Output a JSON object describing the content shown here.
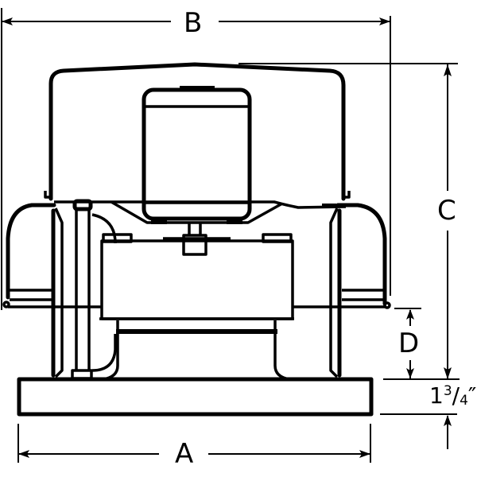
{
  "diagram": {
    "subject": "exhaust fan elevation with dimensions",
    "line_color": "#000000",
    "background": "#ffffff",
    "dimensions": {
      "A": {
        "label": "A",
        "meaning": "base width"
      },
      "B": {
        "label": "B",
        "meaning": "overall hood width"
      },
      "C": {
        "label": "C",
        "meaning": "height from curb top to hood top"
      },
      "D": {
        "label": "D",
        "meaning": "height from curb top to hood skirt"
      },
      "curb": {
        "whole": "1",
        "num": "3",
        "den": "4",
        "unit": "″"
      }
    }
  }
}
